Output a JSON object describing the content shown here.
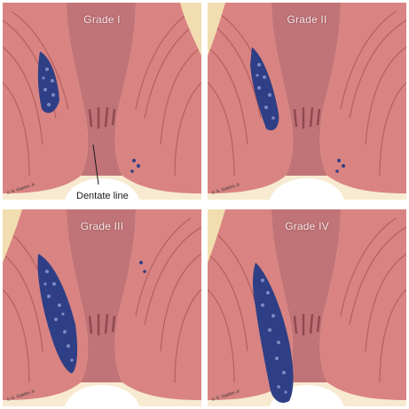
{
  "panels": [
    {
      "title": "Grade I",
      "signature": "© S. Gaidos Jr.",
      "annotation": "Dentate line"
    },
    {
      "title": "Grade II",
      "signature": "© S. Gaidos Jr."
    },
    {
      "title": "Grade III",
      "signature": "© S. Gaidos Jr."
    },
    {
      "title": "Grade IV",
      "signature": "© S. Gaidos Jr."
    }
  ],
  "colors": {
    "mucosa": "#d48a8e",
    "lumen": "#b86a70",
    "muscle": "#d77d7c",
    "muscle_stripe": "#a5514f",
    "fat": "#f3e2b3",
    "hemorrhoid": "#2f3f86",
    "hemorrhoid_cell": "#7c8bc2",
    "background": "#ffffff"
  }
}
